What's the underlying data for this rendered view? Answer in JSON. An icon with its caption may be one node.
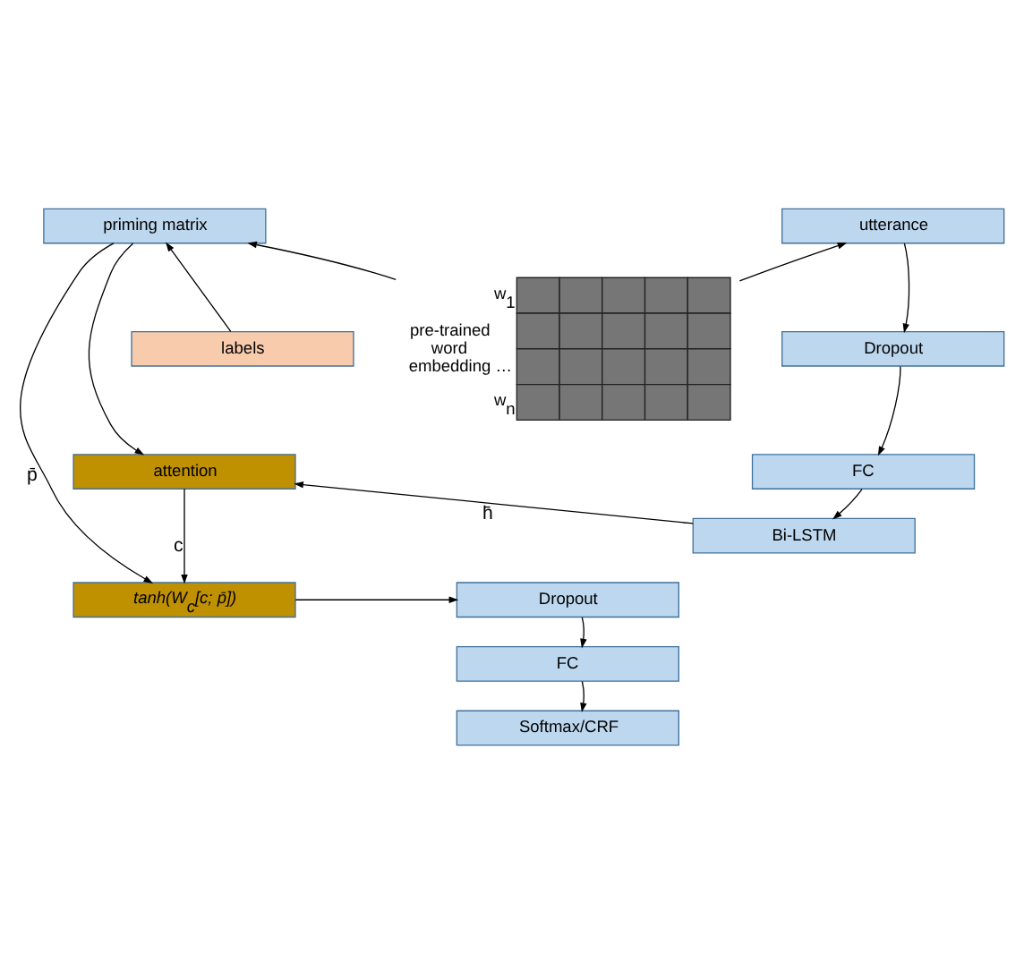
{
  "diagram": {
    "nodes": [
      {
        "text": [
          "Softmax/CRF"
        ]
      },
      {
        "text": [
          "FC"
        ]
      },
      {
        "text": [
          "Dropout"
        ]
      },
      {
        "text": [
          "Bi-LSTM"
        ]
      },
      {
        "text": [
          "FC"
        ]
      },
      {
        "text": [
          "Dropout"
        ]
      },
      {
        "text": [
          "utterance"
        ]
      },
      {
        "text": [
          "tanh(W$_{c}$[c; p̄])"
        ]
      },
      {
        "text": [
          "attention"
        ]
      },
      {
        "text": [
          "priming matrix"
        ]
      },
      {
        "text": [],
        "shape": "picture",
        "beside": [
          "w$_{1}$",
          "pre-trained word embedding",
          "…",
          "w$_{n}$"
        ]
      },
      {
        "text": [
          "labels"
        ]
      }
    ],
    "edges": [
      {
        "from": 6,
        "to": 5,
        "arrow": "to"
      },
      {
        "from": 5,
        "to": 4,
        "arrow": "to"
      },
      {
        "from": 4,
        "to": 3,
        "arrow": "to"
      },
      {
        "from": 2,
        "to": 1,
        "arrow": "to"
      },
      {
        "from": 1,
        "to": 0,
        "arrow": "to"
      },
      {
        "from": 7,
        "to": 2,
        "arrow": "to"
      },
      {
        "from": 3,
        "to": 8,
        "label": "h̄",
        "arrow": "to"
      },
      {
        "from": 8,
        "to": 7,
        "label": "c",
        "arrow": "to"
      },
      {
        "from": 9,
        "to": 8,
        "arrow": "to"
      },
      {
        "from": 9,
        "to": 7,
        "label": "p̄",
        "arrow": "to"
      },
      {
        "from": 10,
        "to": 6,
        "arrow": "to"
      },
      {
        "from": 10,
        "to": 9,
        "arrow": "to"
      },
      {
        "from": 11,
        "to": 9,
        "arrow": "to"
      }
    ]
  }
}
